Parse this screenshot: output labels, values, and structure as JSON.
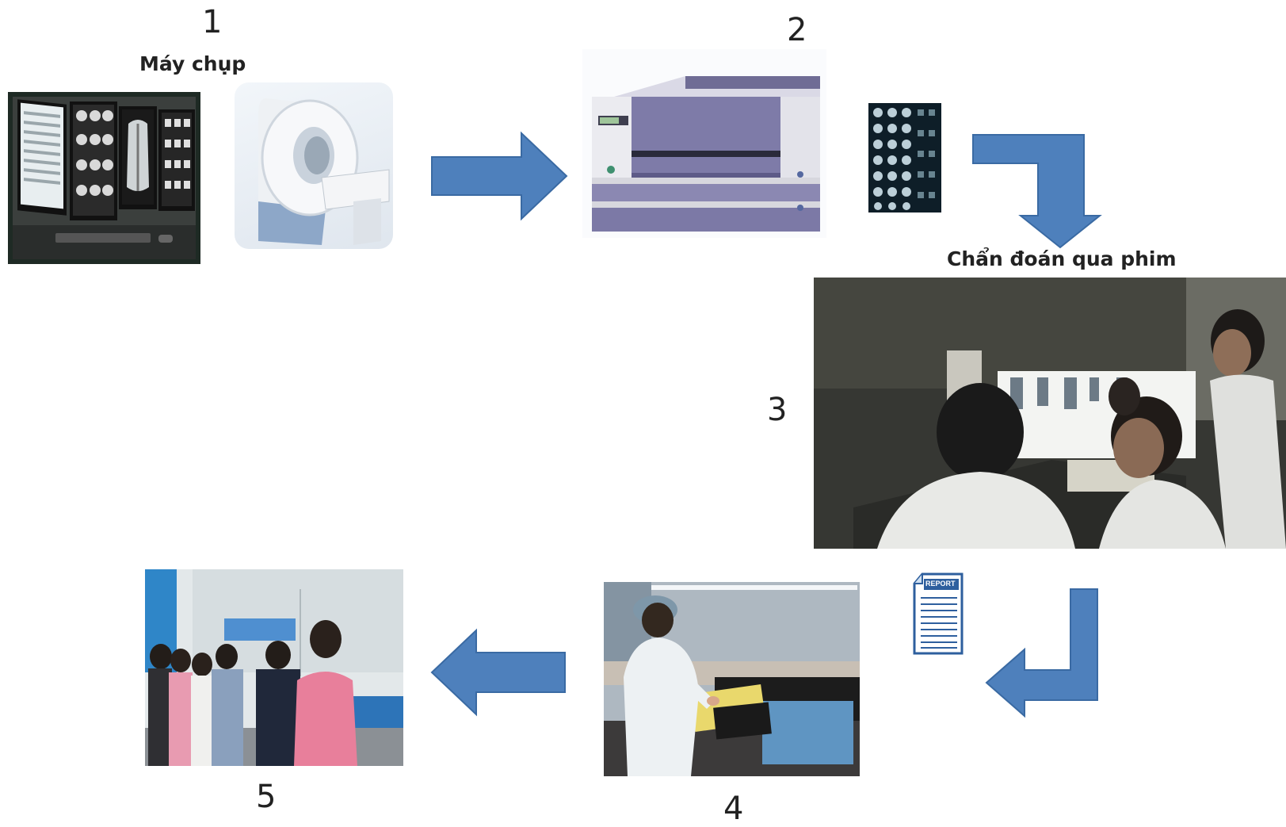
{
  "steps": {
    "s1": {
      "number": "1",
      "caption": "Máy chụp"
    },
    "s2": {
      "number": "2"
    },
    "s3": {
      "number": "3",
      "caption": "Chẩn đoán qua phim"
    },
    "s4": {
      "number": "4"
    },
    "s5": {
      "number": "5"
    }
  },
  "report_icon": {
    "label": "REPORT"
  },
  "colors": {
    "arrow": "#4e80bc",
    "arrow_edge": "#3a6aa3",
    "text": "#222222"
  }
}
